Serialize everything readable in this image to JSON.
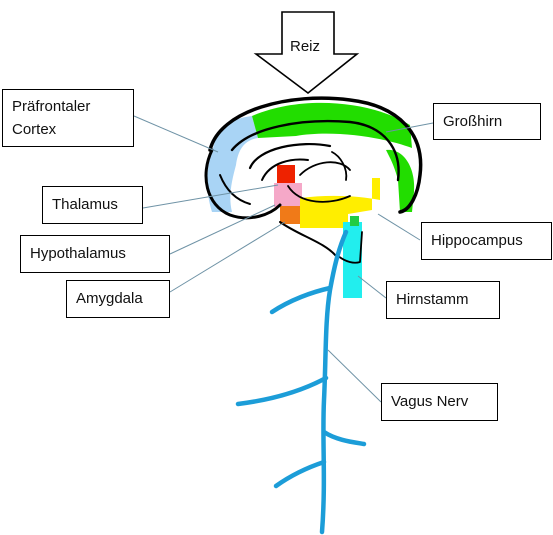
{
  "stimulus_label": "Reiz",
  "labels": {
    "prefrontal_line1": "Präfrontaler",
    "prefrontal_line2": "Cortex",
    "cerebrum": "Großhirn",
    "thalamus": "Thalamus",
    "hypothalamus": "Hypothalamus",
    "amygdala": "Amygdala",
    "hippocampus": "Hippocampus",
    "brainstem": "Hirnstamm",
    "vagus_nerve": "Vagus Nerv"
  },
  "colors": {
    "prefrontal": "#a9d4f5",
    "cerebrum": "#22dd00",
    "thalamus": "#ee2200",
    "hypothalamus": "#f5a8c8",
    "amygdala": "#f07a18",
    "hippocampus": "#ffee00",
    "brainstem": "#22eeee",
    "vagus_nerve": "#1c9dd8",
    "leader_line": "#6f93a6"
  }
}
